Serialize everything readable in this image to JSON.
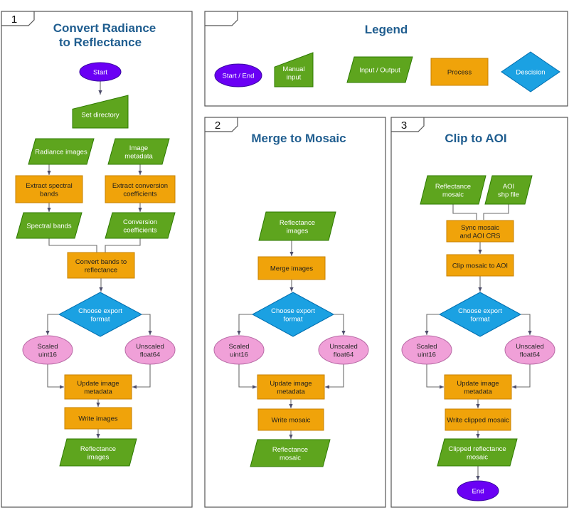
{
  "colors": {
    "terminal": "#6a00f4",
    "manual_input": "#5ea51e",
    "io": "#5ea51e",
    "process": "#f0a30a",
    "decision": "#1ba1e2",
    "option": "#f0a0d8",
    "title": "#1f5d8f",
    "border": "#555555",
    "edge": "#6b6b6b"
  },
  "legend": {
    "title": "Legend",
    "items": [
      {
        "shape": "terminal",
        "label": [
          "Start / End"
        ]
      },
      {
        "shape": "manual_input",
        "label": [
          "Manual",
          "input"
        ]
      },
      {
        "shape": "io",
        "label": [
          "Input / Output"
        ]
      },
      {
        "shape": "process",
        "label": [
          "Process"
        ]
      },
      {
        "shape": "decision",
        "label": [
          "Descision"
        ]
      }
    ]
  },
  "panels": [
    {
      "number": "1",
      "title_lines": [
        "Convert Radiance",
        "to Reflectance"
      ],
      "nodes": {
        "p1-start": {
          "shape": "terminal",
          "label": [
            "Start"
          ]
        },
        "p1-setdir": {
          "shape": "manual_input",
          "label": [
            "Set directory"
          ]
        },
        "p1-radiance": {
          "shape": "io",
          "label": [
            "Radiance images"
          ]
        },
        "p1-metadata": {
          "shape": "io",
          "label": [
            "Image",
            "metadata"
          ]
        },
        "p1-extract-bands": {
          "shape": "process",
          "label": [
            "Extract spectral",
            "bands"
          ]
        },
        "p1-extract-coeff": {
          "shape": "process",
          "label": [
            "Extract conversion",
            "coefficients"
          ]
        },
        "p1-spectral": {
          "shape": "io",
          "label": [
            "Spectral bands"
          ]
        },
        "p1-conversion": {
          "shape": "io",
          "label": [
            "Conversion",
            "coefficients"
          ]
        },
        "p1-convert": {
          "shape": "process",
          "label": [
            "Convert bands to",
            "reflectance"
          ]
        },
        "p1-choose": {
          "shape": "decision",
          "label": [
            "Choose export",
            "format"
          ]
        },
        "p1-scaled": {
          "shape": "option",
          "label": [
            "Scaled",
            "uint16"
          ]
        },
        "p1-unscaled": {
          "shape": "option",
          "label": [
            "Unscaled",
            "float64"
          ]
        },
        "p1-update": {
          "shape": "process",
          "label": [
            "Update image",
            "metadata"
          ]
        },
        "p1-write": {
          "shape": "process",
          "label": [
            "Write images"
          ]
        },
        "p1-reflectance": {
          "shape": "io",
          "label": [
            "Reflectance",
            "images"
          ]
        }
      }
    },
    {
      "number": "2",
      "title_lines": [
        "Merge to Mosaic"
      ],
      "nodes": {
        "p2-reflectance-in": {
          "shape": "io",
          "label": [
            "Reflectance",
            "images"
          ]
        },
        "p2-merge": {
          "shape": "process",
          "label": [
            "Merge images"
          ]
        },
        "p2-choose": {
          "shape": "decision",
          "label": [
            "Choose export",
            "format"
          ]
        },
        "p2-scaled": {
          "shape": "option",
          "label": [
            "Scaled",
            "uint16"
          ]
        },
        "p2-unscaled": {
          "shape": "option",
          "label": [
            "Unscaled",
            "float64"
          ]
        },
        "p2-update": {
          "shape": "process",
          "label": [
            "Update image",
            "metadata"
          ]
        },
        "p2-write": {
          "shape": "process",
          "label": [
            "Write mosaic"
          ]
        },
        "p2-mosaic-out": {
          "shape": "io",
          "label": [
            "Reflectance",
            "mosaic"
          ]
        }
      }
    },
    {
      "number": "3",
      "title_lines": [
        "Clip to AOI"
      ],
      "nodes": {
        "p3-mosaic-in": {
          "shape": "io",
          "label": [
            "Reflectance",
            "mosaic"
          ]
        },
        "p3-aoi": {
          "shape": "io",
          "label": [
            "AOI",
            "shp file"
          ]
        },
        "p3-sync": {
          "shape": "process",
          "label": [
            "Sync mosaic",
            "and AOI CRS"
          ]
        },
        "p3-clip": {
          "shape": "process",
          "label": [
            "Clip mosaic to AOI"
          ]
        },
        "p3-choose": {
          "shape": "decision",
          "label": [
            "Choose export",
            "format"
          ]
        },
        "p3-scaled": {
          "shape": "option",
          "label": [
            "Scaled",
            "uint16"
          ]
        },
        "p3-unscaled": {
          "shape": "option",
          "label": [
            "Unscaled",
            "float64"
          ]
        },
        "p3-update": {
          "shape": "process",
          "label": [
            "Update image",
            "metadata"
          ]
        },
        "p3-write": {
          "shape": "process",
          "label": [
            "Write clipped mosaic"
          ]
        },
        "p3-clipped-out": {
          "shape": "io",
          "label": [
            "Clipped reflectance",
            "mosaic"
          ]
        },
        "p3-end": {
          "shape": "terminal",
          "label": [
            "End"
          ]
        }
      }
    }
  ]
}
